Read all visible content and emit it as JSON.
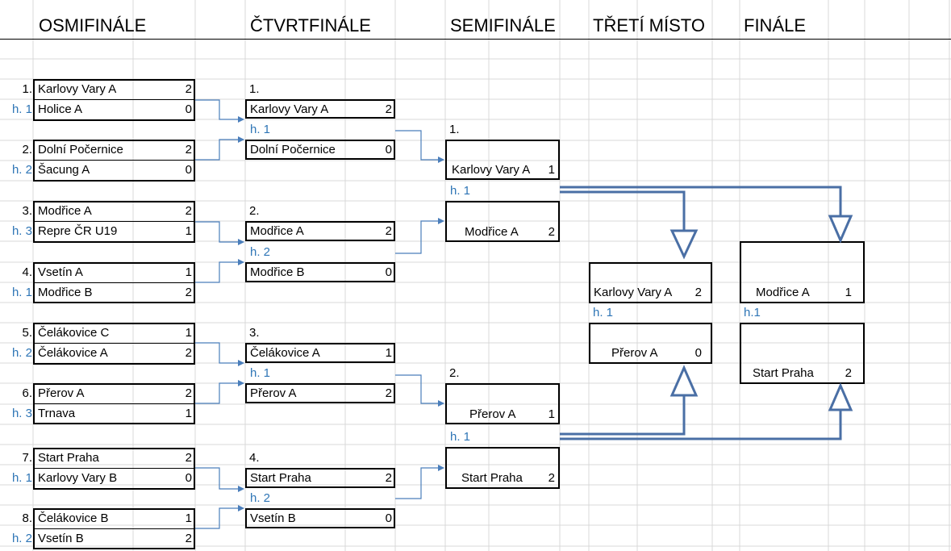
{
  "headers": {
    "round16": "OSMIFINÁLE",
    "quarter": "ČTVRTFINÁLE",
    "semi": "SEMIFINÁLE",
    "third": "TŘETÍ MÍSTO",
    "final": "FINÁLE"
  },
  "round16": [
    {
      "idx": "1.",
      "hall": "h. 1",
      "a": "Karlovy Vary A",
      "sa": "2",
      "b": "Holice A",
      "sb": "0"
    },
    {
      "idx": "2.",
      "hall": "h. 2",
      "a": "Dolní Počernice",
      "sa": "2",
      "b": "Šacung A",
      "sb": "0"
    },
    {
      "idx": "3.",
      "hall": "h. 3",
      "a": "Modřice A",
      "sa": "2",
      "b": "Repre ČR U19",
      "sb": "1"
    },
    {
      "idx": "4.",
      "hall": "h. 1",
      "a": "Vsetín A",
      "sa": "1",
      "b": "Modřice B",
      "sb": "2"
    },
    {
      "idx": "5.",
      "hall": "h. 2",
      "a": "Čelákovice C",
      "sa": "1",
      "b": "Čelákovice A",
      "sb": "2"
    },
    {
      "idx": "6.",
      "hall": "h. 3",
      "a": "Přerov A",
      "sa": "2",
      "b": "Trnava",
      "sb": "1"
    },
    {
      "idx": "7.",
      "hall": "h. 1",
      "a": "Start Praha",
      "sa": "2",
      "b": "Karlovy Vary B",
      "sb": "0"
    },
    {
      "idx": "8.",
      "hall": "h. 2",
      "a": "Čelákovice B",
      "sa": "1",
      "b": "Vsetín B",
      "sb": "2"
    }
  ],
  "quarter": [
    {
      "idx": "1.",
      "hall": "h. 1",
      "a": "Karlovy Vary A",
      "sa": "2",
      "b": "Dolní Počernice",
      "sb": "0"
    },
    {
      "idx": "2.",
      "hall": "h. 2",
      "a": "Modřice A",
      "sa": "2",
      "b": "Modřice B",
      "sb": "0"
    },
    {
      "idx": "3.",
      "hall": "h. 1",
      "a": "Čelákovice A",
      "sa": "1",
      "b": "Přerov A",
      "sb": "2"
    },
    {
      "idx": "4.",
      "hall": "h. 2",
      "a": "Start Praha",
      "sa": "2",
      "b": "Vsetín B",
      "sb": "0"
    }
  ],
  "semi": [
    {
      "idx": "1.",
      "hall": "h. 1",
      "a": "Karlovy Vary A",
      "sa": "1",
      "b": "Modřice A",
      "sb": "2"
    },
    {
      "idx": "2.",
      "hall": "h. 1",
      "a": "Přerov A",
      "sa": "1",
      "b": "Start Praha",
      "sb": "2"
    }
  ],
  "third": {
    "hall": "h. 1",
    "a": "Karlovy Vary A",
    "sa": "2",
    "b": "Přerov A",
    "sb": "0"
  },
  "final": {
    "hall": "h.1",
    "a": "Modřice A",
    "sa": "1",
    "b": "Start Praha",
    "sb": "2"
  },
  "colors": {
    "hall_label": "#2e75b6",
    "connector": "#2e75b6",
    "big_arrow": "#4a6fa5",
    "grid": "#d9d9d9"
  }
}
